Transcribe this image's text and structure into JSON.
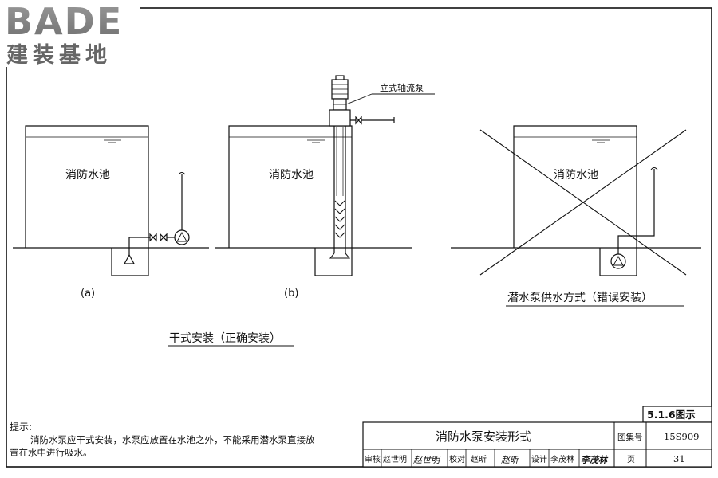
{
  "logo": {
    "brand": "BADE",
    "sub": "建装基地"
  },
  "figures": {
    "a": {
      "tank_label": "消防水池",
      "caption": "(a)"
    },
    "b": {
      "tank_label": "消防水池",
      "caption": "(b)",
      "pump_callout": "立式轴流泵"
    },
    "c": {
      "tank_label": "消防水池",
      "caption": "潜水泵供水方式（错误安装）"
    },
    "ab_caption": "干式安装（正确安装）"
  },
  "note": {
    "title": "提示:",
    "line1": "消防水泵应干式安装，水泵应放置在水池之外，不能采用潜水泵直接放",
    "line2": "置在水中进行吸水。"
  },
  "title_block": {
    "figure_no": "5.1.6图示",
    "drawing_title": "消防水泵安装形式",
    "atlas_label": "图集号",
    "atlas_no": "15S909",
    "review_label": "审核",
    "review_name": "赵世明",
    "review_sign": "赵世明",
    "check_label": "校对",
    "check_name": "赵昕",
    "check_sign": "赵昕",
    "design_label": "设计",
    "design_name": "李茂林",
    "design_sign": "李茂林",
    "page_label": "页",
    "page_no": "31"
  }
}
